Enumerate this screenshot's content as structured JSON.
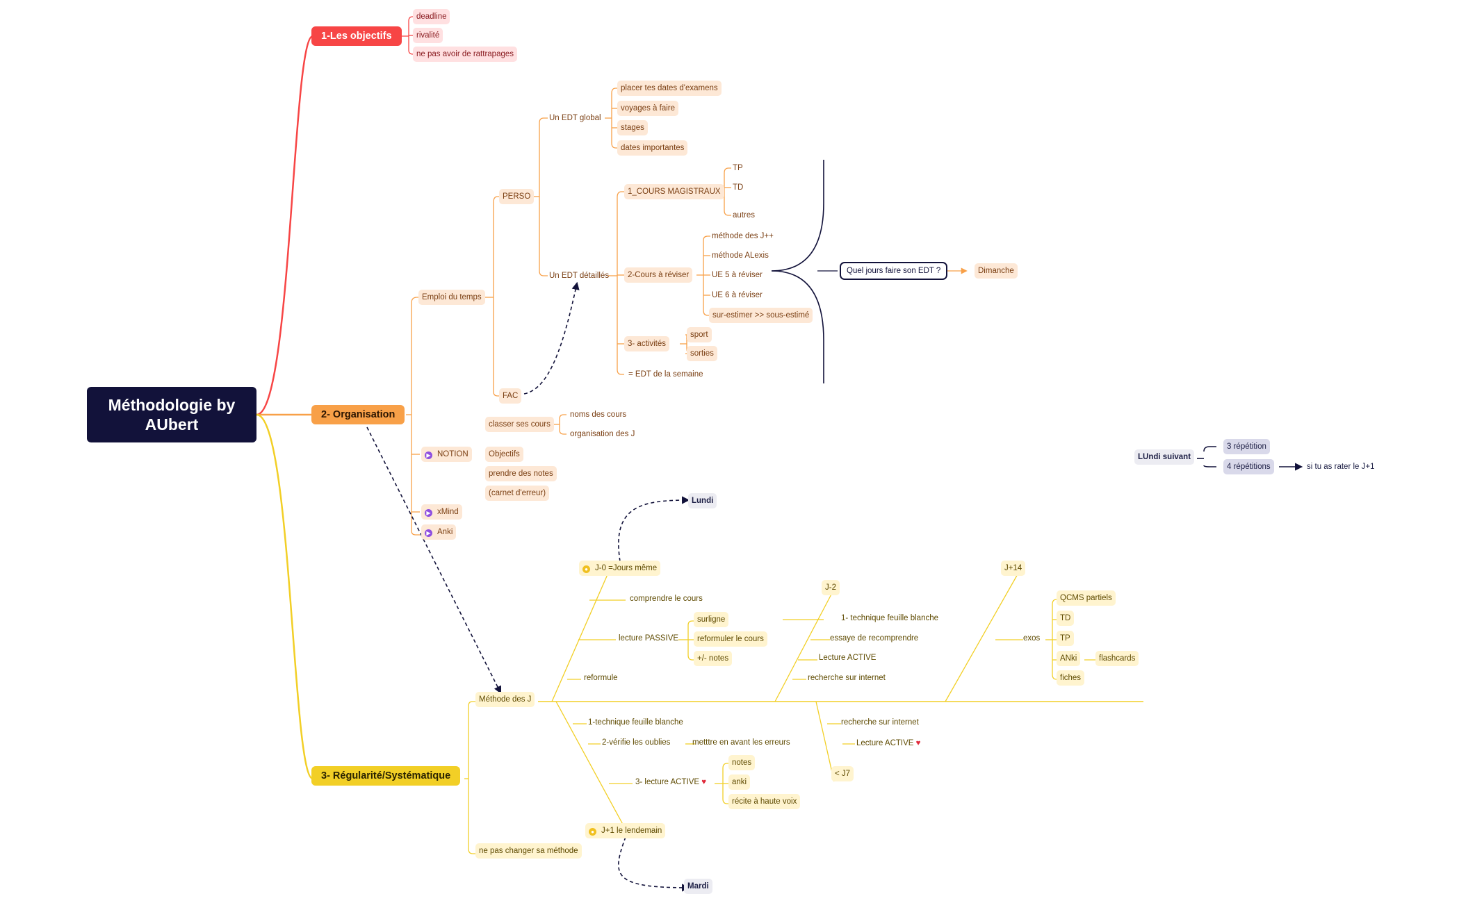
{
  "root": {
    "line1": "Méthodologie by",
    "line2": "AUbert"
  },
  "branches": {
    "objectifs": {
      "label": "1-Les objectifs",
      "items": [
        "deadline",
        "rivalité",
        "ne pas avoir de rattrapages"
      ]
    },
    "organisation": {
      "label": "2- Organisation",
      "emploi_du_temps": "Emploi du temps",
      "perso": "PERSO",
      "fac": "FAC",
      "edt_global": {
        "label": "Un EDT global",
        "items": [
          "placer tes dates d'examens",
          "voyages à faire",
          "stages",
          "dates importantes"
        ]
      },
      "edt_detaille": {
        "label": "Un EDT détaillés"
      },
      "cours_magistraux": {
        "label": "1_COURS MAGISTRAUX",
        "items": [
          "TP",
          "TD",
          "autres"
        ]
      },
      "cours_reviser": {
        "label": "2-Cours à réviser",
        "items": [
          "méthode des J++",
          "méthode ALexis",
          "UE 5 à réviser",
          "UE 6 à réviser",
          "sur-estimer >> sous-estimé"
        ]
      },
      "activites": {
        "label": "3- activités",
        "items": [
          "sport",
          "sorties"
        ]
      },
      "edt_semaine": "= EDT de la semaine",
      "quel_jours": "Quel jours faire son EDT ?",
      "dimanche": "Dimanche",
      "notion": "NOTION",
      "classer": {
        "label": "classer ses cours",
        "items": [
          "noms des cours",
          "organisation des J"
        ]
      },
      "notion_items": [
        "Objectifs",
        "prendre des notes",
        "(carnet d'erreur)"
      ],
      "xmind": "xMind",
      "anki": "Anki"
    },
    "regularite": {
      "label": "3- Régularité/Systématique",
      "methode_j": "Méthode des J",
      "ne_pas_changer": "ne pas changer sa méthode",
      "j0": "J-0 =Jours même",
      "lundi": "Lundi",
      "comprendre": "comprendre le cours",
      "lecture_passive": {
        "label": "lecture PASSIVE",
        "items": [
          "surligne",
          "reformuler le cours",
          "+/- notes"
        ]
      },
      "reformule": "reformule",
      "j1_items": {
        "technique": "1-technique feuille blanche",
        "verifie": "2-vérifie les oublies",
        "mettre": "metttre en avant les erreurs",
        "lecture_active": "3- lecture ACTIVE"
      },
      "active_items": [
        "notes",
        "anki",
        "récite à haute voix"
      ],
      "j1": "J+1 le lendemain",
      "mardi": "Mardi",
      "j2": {
        "label": "J-2",
        "items": [
          "1- technique feuille blanche",
          "essaye de recomprendre",
          "Lecture ACTIVE",
          "recherche sur internet"
        ]
      },
      "j7": {
        "label": "< J7",
        "items": [
          "recherche sur internet",
          "Lecture ACTIVE"
        ]
      },
      "j14": "J+14",
      "exos": {
        "label": "exos",
        "items": [
          "QCMS partiels",
          "TD",
          "TP",
          "ANki",
          "fiches"
        ],
        "flashcards": "flashcards"
      }
    }
  },
  "floating": {
    "lundi_suivant": "LUndi suivant",
    "rep3": "3 répétition",
    "rep4": "4 répétitions",
    "rater": "si tu as rater le J+1"
  },
  "icons": {
    "heart": "heart-icon",
    "marker_purple": "marker-purple-icon",
    "marker_yellow": "marker-yellow-icon"
  },
  "colors": {
    "red": "#f74545",
    "orange": "#f8a048",
    "yellow": "#f2cf26",
    "navy": "#12123a"
  }
}
